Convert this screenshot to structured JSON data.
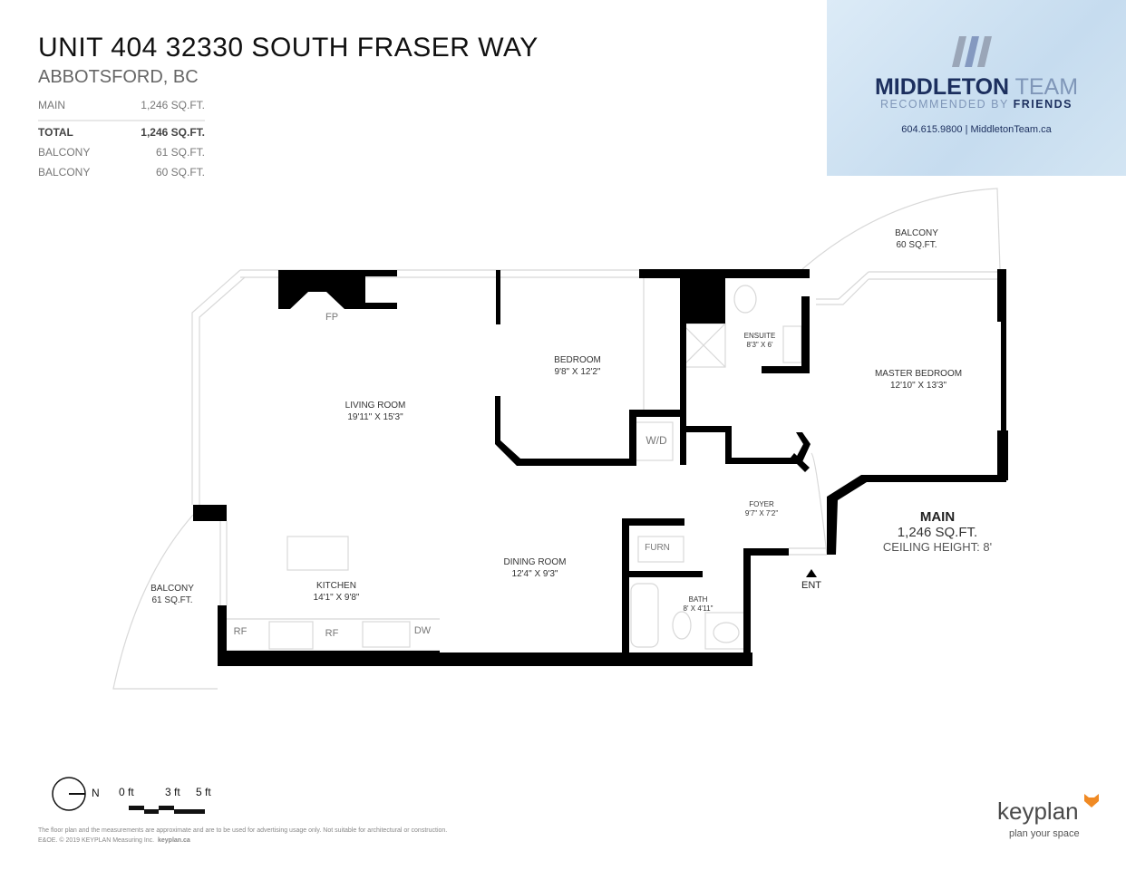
{
  "header": {
    "title": "UNIT 404 32330 SOUTH FRASER WAY",
    "subtitle": "ABBOTSFORD, BC"
  },
  "areas": [
    {
      "label": "MAIN",
      "value": "1,246 SQ.FT."
    },
    {
      "label": "TOTAL",
      "value": "1,246 SQ.FT."
    },
    {
      "label": "BALCONY",
      "value": "61 SQ.FT."
    },
    {
      "label": "BALCONY",
      "value": "60 SQ.FT."
    }
  ],
  "brand": {
    "name_bold": "MIDDLETON",
    "name_light": " TEAM",
    "tag_light": "RECOMMENDED BY ",
    "tag_bold": "FRIENDS",
    "contact": "604.615.9800  |  MiddletonTeam.ca",
    "colors": {
      "navy": "#1c2f5e",
      "steel": "#7f96b8"
    }
  },
  "rooms": {
    "living": {
      "name": "LIVING ROOM",
      "dim": "19'11\" X 15'3\""
    },
    "bedroom": {
      "name": "BEDROOM",
      "dim": "9'8\" X 12'2\""
    },
    "ensuite": {
      "name": "ENSUITE",
      "dim": "8'3\" X 6'"
    },
    "master": {
      "name": "MASTER BEDROOM",
      "dim": "12'10\" X 13'3\""
    },
    "foyer": {
      "name": "FOYER",
      "dim": "9'7\" X 7'2\""
    },
    "dining": {
      "name": "DINING ROOM",
      "dim": "12'4\" X 9'3\""
    },
    "kitchen": {
      "name": "KITCHEN",
      "dim": "14'1\" X 9'8\""
    },
    "bath": {
      "name": "BATH",
      "dim": "8' X 4'11\""
    },
    "balcony_top": {
      "name": "BALCONY",
      "dim": "60 SQ.FT."
    },
    "balcony_left": {
      "name": "BALCONY",
      "dim": "61 SQ.FT."
    }
  },
  "fixtures": {
    "fp": "FP",
    "wd": "W/D",
    "furn": "FURN",
    "rf1": "RF",
    "rf2": "RF",
    "dw": "DW",
    "ent": "ENT"
  },
  "main_summary": {
    "label": "MAIN",
    "area": "1,246 SQ.FT.",
    "ceiling": "CEILING HEIGHT: 8'"
  },
  "scale": {
    "north": "N",
    "t0": "0 ft",
    "t3": "3 ft",
    "t5": "5 ft"
  },
  "footer": {
    "disclaimer": "The floor plan and the measurements are approximate and are to be used for advertising usage only. Not suitable for architectural or construction.",
    "copyright": "E&OE. © 2019 KEYPLAN Measuring Inc.",
    "site": "keyplan.ca"
  },
  "keyplan": {
    "name": "keyplan",
    "tagline": "plan your space",
    "accent": "#f08a24"
  }
}
